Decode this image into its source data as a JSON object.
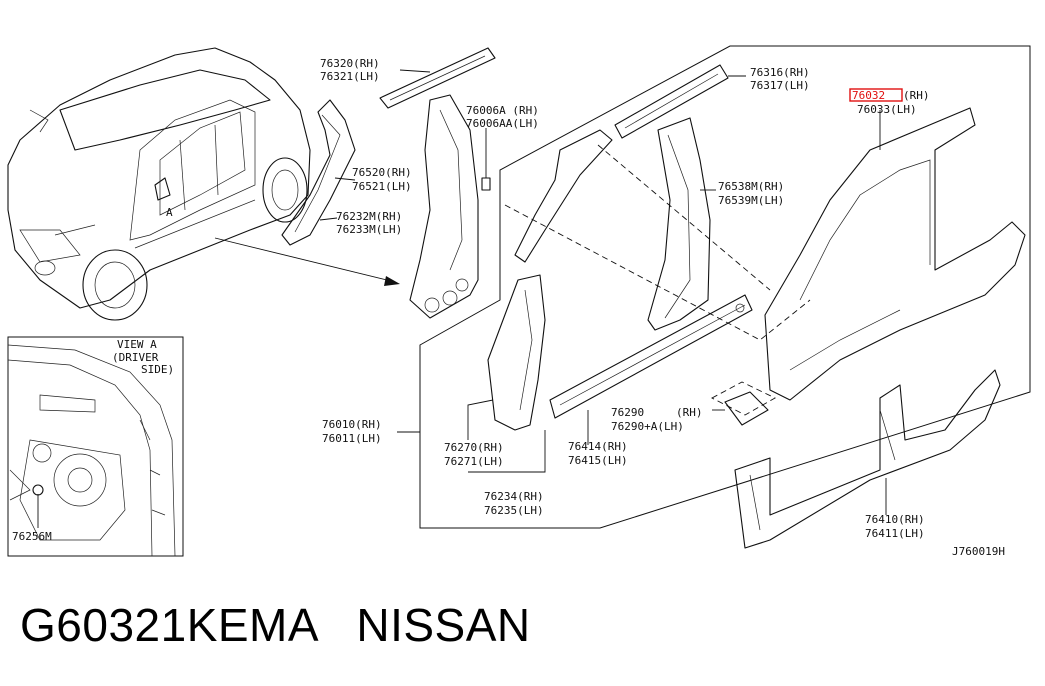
{
  "labels": {
    "p76320": "76320(RH)",
    "p76321": "76321(LH)",
    "p76006a": "76006A (RH)",
    "p76006aa": "76006AA(LH)",
    "p76520": "76520(RH)",
    "p76521": "76521(LH)",
    "p76232m": "76232M(RH)",
    "p76233m": "76233M(LH)",
    "p76316": "76316(RH)",
    "p76317": "76317(LH)",
    "p76032_code": "76032",
    "p76032_side": "(RH)",
    "p76033": "76033(LH)",
    "p76538m": "76538M(RH)",
    "p76539m": "76539M(LH)",
    "p76010": "76010(RH)",
    "p76011": "76011(LH)",
    "p76270": "76270(RH)",
    "p76271": "76271(LH)",
    "p76234": "76234(RH)",
    "p76235": "76235(LH)",
    "p76290": "76290",
    "p76290_rh": "(RH)",
    "p76290a": "76290+A(LH)",
    "p76414": "76414(RH)",
    "p76415": "76415(LH)",
    "p76410": "76410(RH)",
    "p76411": "76411(LH)",
    "p76256m": "76256M",
    "view_a_1": "VIEW A",
    "view_a_2": "(DRIVER",
    "view_a_3": "SIDE)",
    "callout_a": "A",
    "drawing_code": "J760019H"
  },
  "footer": {
    "part_number": "G60321KEMA",
    "brand": "NISSAN"
  },
  "colors": {
    "highlight": "#e01010",
    "ink": "#111111"
  }
}
